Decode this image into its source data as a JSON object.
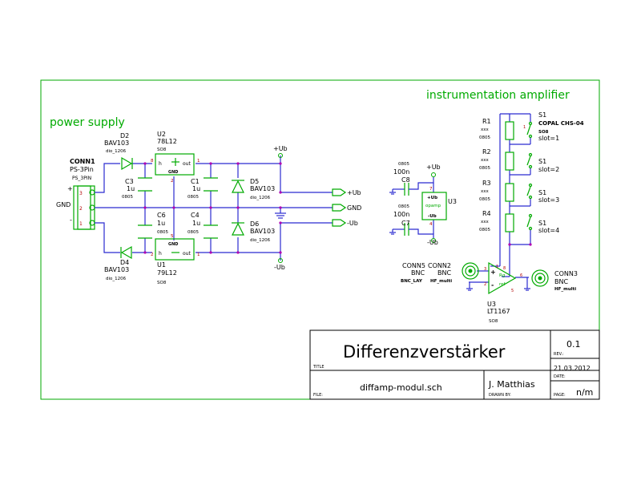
{
  "sections": {
    "power_supply": "power supply",
    "instrumentation_amplifier": "instrumentation amplifier"
  },
  "title_block": {
    "title": "Differenzverstärker",
    "title_label": "TITLE",
    "rev": "0.1",
    "rev_label": "REV.:",
    "date": "21.03.2012",
    "date_label": "DATE:",
    "file": "diffamp-modul.sch",
    "file_label": "FILE:",
    "drawn_by": "J. Matthias",
    "drawn_by_label": "DRAWN BY:",
    "page": "n/m",
    "page_label": "PAGE:"
  },
  "components": {
    "conn1": {
      "ref": "CONN1",
      "value": "PS-3Pin",
      "footprint": "PS_3PIN",
      "pin_plus": "+",
      "pin_gnd": "GND",
      "pin_minus": "-",
      "pin3": "3",
      "pin2": "2",
      "pin1": "1"
    },
    "d2": {
      "ref": "D2",
      "value": "BAV103",
      "footprint": "dio_1206"
    },
    "d4": {
      "ref": "D4",
      "value": "BAV103",
      "footprint": "dio_1206"
    },
    "d5": {
      "ref": "D5",
      "value": "BAV103",
      "footprint": "dio_1206"
    },
    "d6": {
      "ref": "D6",
      "value": "BAV103",
      "footprint": "dio_1206"
    },
    "u2": {
      "ref": "U2",
      "value": "78L12",
      "footprint": "SO8",
      "pin_in": "h",
      "pin_out": "out",
      "gnd": "GND",
      "pin8": "8",
      "pin1": "1",
      "pin2": "2"
    },
    "u1": {
      "ref": "U1",
      "value": "79L12",
      "footprint": "SO8",
      "pin_in": "h",
      "pin_out": "out",
      "gnd": "GND",
      "pin2": "2",
      "pin1": "1",
      "pin5": "5"
    },
    "c3": {
      "ref": "C3",
      "value": "1u",
      "footprint": "0805"
    },
    "c6": {
      "ref": "C6",
      "value": "1u",
      "footprint": "0805"
    },
    "c1": {
      "ref": "C1",
      "value": "1u",
      "footprint": "0805"
    },
    "c4": {
      "ref": "C4",
      "value": "1u",
      "footprint": "0805"
    },
    "c8": {
      "ref": "C8",
      "value": "100n",
      "footprint": "0805"
    },
    "c7": {
      "ref": "C7",
      "value": "100n",
      "footprint": "0805"
    },
    "u3_power": {
      "ref": "U3",
      "pos": "+Ub",
      "name": "opamp",
      "neg": "-Ub",
      "pin7": "7",
      "pin4": "4"
    },
    "r1": {
      "ref": "R1",
      "value": "xxx",
      "footprint": "0805"
    },
    "r2": {
      "ref": "R2",
      "value": "xxx",
      "footprint": "0805"
    },
    "r3": {
      "ref": "R3",
      "value": "xxx",
      "footprint": "0805"
    },
    "r4": {
      "ref": "R4",
      "value": "xxx",
      "footprint": "0805"
    },
    "s1_main": {
      "ref": "S1",
      "value": "COPAL CHS-04",
      "footprint": "SO8",
      "slot": "slot=1"
    },
    "s1_2": {
      "ref": "S1",
      "slot": "slot=2"
    },
    "s1_3": {
      "ref": "S1",
      "slot": "slot=3"
    },
    "s1_4": {
      "ref": "S1",
      "slot": "slot=4"
    },
    "conn5": {
      "ref": "CONN5",
      "value": "BNC",
      "footprint": "BNC_LAY"
    },
    "conn2": {
      "ref": "CONN2",
      "value": "BNC",
      "footprint": "HF_multi"
    },
    "conn3": {
      "ref": "CONN3",
      "value": "BNC",
      "footprint": "HF_multi"
    },
    "u3_amp": {
      "ref": "U3",
      "value": "LT1167",
      "footprint": "SO8",
      "rg": "Rg",
      "ref_pin": "ref",
      "plus": "+",
      "minus": "-",
      "pin1": "1",
      "pin2": "2",
      "pin3": "3",
      "pin5": "5",
      "pin6": "6",
      "pin8": "8"
    }
  },
  "nets": {
    "plus_ub": "+Ub",
    "gnd": "GND",
    "minus_ub": "-Ub"
  },
  "colors": {
    "frame": "#00aa00",
    "wire": "#2b2bd0",
    "part": "#00aa00",
    "junction": "#b000b0"
  }
}
